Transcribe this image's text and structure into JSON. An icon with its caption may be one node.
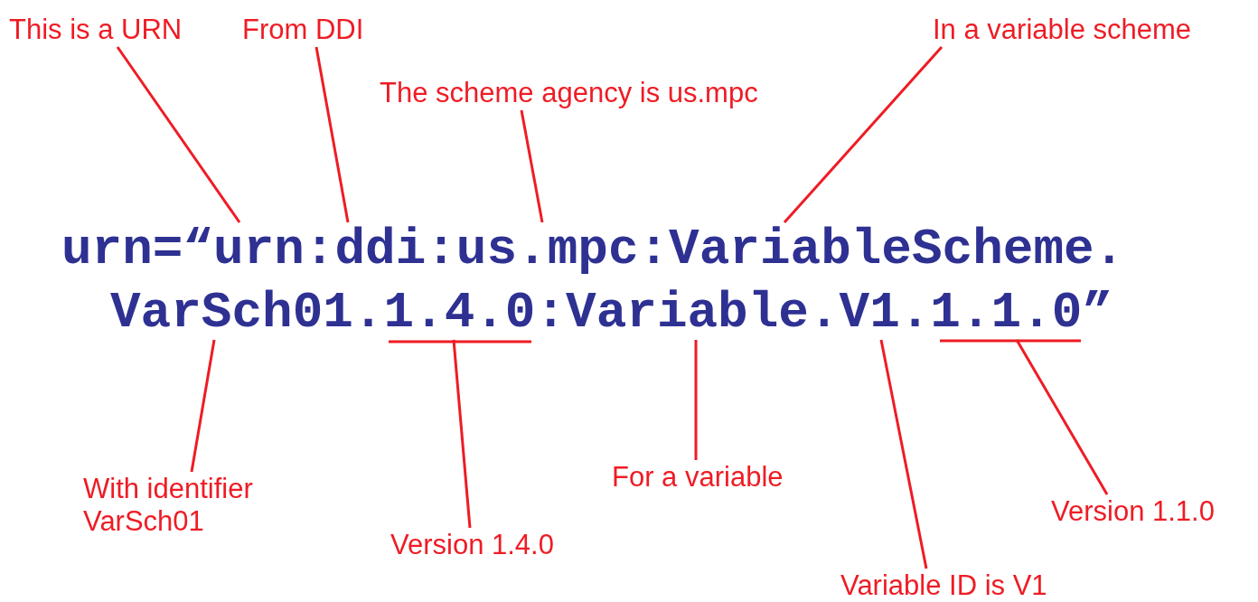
{
  "diagram": {
    "nodes": [
      {
        "text": [
          "This is a URN"
        ]
      },
      {
        "text": [
          "From DDI"
        ]
      },
      {
        "text": [
          "The scheme agency is us.mpc"
        ]
      },
      {
        "text": [
          "In a variable scheme"
        ]
      },
      {
        "text": [
          "urn=“urn:ddi:us.mpc:VariableScheme."
        ]
      },
      {
        "text": [
          "VarSch01.1.4.0:Variable.V1.1.1.0”"
        ]
      },
      {
        "text": [
          "With identifier VarSch01"
        ]
      },
      {
        "text": [
          "Version 1.4.0"
        ]
      },
      {
        "text": [
          "For a variable"
        ]
      },
      {
        "text": [
          "Variable ID is V1"
        ]
      },
      {
        "text": [
          "Version 1.1.0"
        ]
      }
    ],
    "edges": [
      {
        "from": 0,
        "to": 4,
        "arrow": "none"
      },
      {
        "from": 1,
        "to": 4,
        "arrow": "none"
      },
      {
        "from": 2,
        "to": 4,
        "arrow": "none"
      },
      {
        "from": 3,
        "to": 4,
        "arrow": "none"
      },
      {
        "from": 6,
        "to": 5,
        "arrow": "none"
      },
      {
        "from": 7,
        "to": 5,
        "arrow": "none"
      },
      {
        "from": 8,
        "to": 5,
        "arrow": "none"
      },
      {
        "from": 9,
        "to": 5,
        "arrow": "none"
      },
      {
        "from": 10,
        "to": 5,
        "arrow": "none"
      }
    ]
  }
}
